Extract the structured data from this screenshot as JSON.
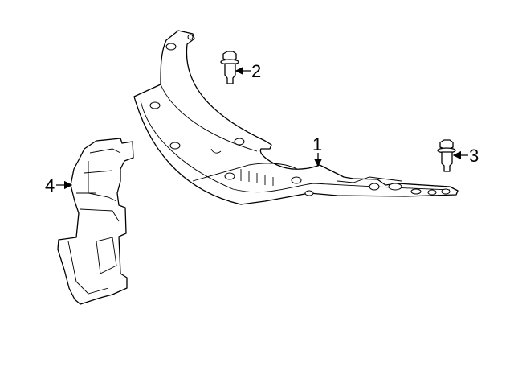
{
  "callouts": [
    {
      "number": "1",
      "part": "main-panel"
    },
    {
      "number": "2",
      "part": "bolt-upper"
    },
    {
      "number": "3",
      "part": "bolt-right"
    },
    {
      "number": "4",
      "part": "side-shield"
    }
  ]
}
